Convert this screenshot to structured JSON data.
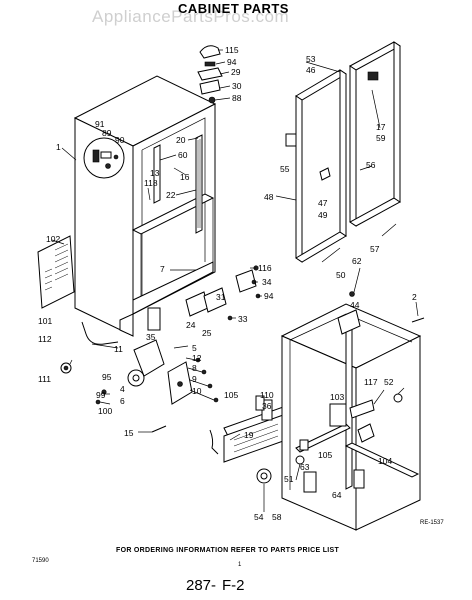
{
  "title": "CABINET PARTS",
  "watermark": "AppliancePartsPros.com",
  "footer_note": "FOR ORDERING INFORMATION REFER TO PARTS PRICE LIST",
  "bottom_left_code": "71590",
  "bottom_center_mark": "1",
  "reference_code": "RE-1537",
  "page_prefix": "287-",
  "page_number": "F-2",
  "callouts": {
    "c1": "1",
    "c2": "2",
    "c4": "4",
    "c5": "5",
    "c6": "6",
    "c7": "7",
    "c8": "8",
    "c9": "9",
    "c10": "10",
    "c11": "11",
    "c12": "12",
    "c13": "13",
    "c15": "15",
    "c16": "16",
    "c17": "17",
    "c19": "19",
    "c20": "20",
    "c22": "22",
    "c24": "24",
    "c25": "25",
    "c29": "29",
    "c30": "30",
    "c31": "31",
    "c33": "33",
    "c34": "34",
    "c35": "35",
    "c36": "36",
    "c44": "44",
    "c46": "46",
    "c47": "47",
    "c48": "48",
    "c49": "49",
    "c50": "50",
    "c51": "51",
    "c52": "52",
    "c53": "53",
    "c54": "54",
    "c55": "55",
    "c56": "56",
    "c57": "57",
    "c58": "58",
    "c59": "59",
    "c60": "60",
    "c62": "62",
    "c63": "63",
    "c64": "64",
    "c88": "88",
    "c89": "89",
    "c90": "90",
    "c91": "91",
    "c94a": "94",
    "c94b": "94",
    "c95": "95",
    "c99": "99",
    "c100": "100",
    "c101": "101",
    "c102": "102",
    "c103": "103",
    "c104": "104",
    "c105a": "105",
    "c105b": "105",
    "c110": "110",
    "c111": "111",
    "c112": "112",
    "c115": "115",
    "c116": "116",
    "c117": "117",
    "c118": "118"
  }
}
